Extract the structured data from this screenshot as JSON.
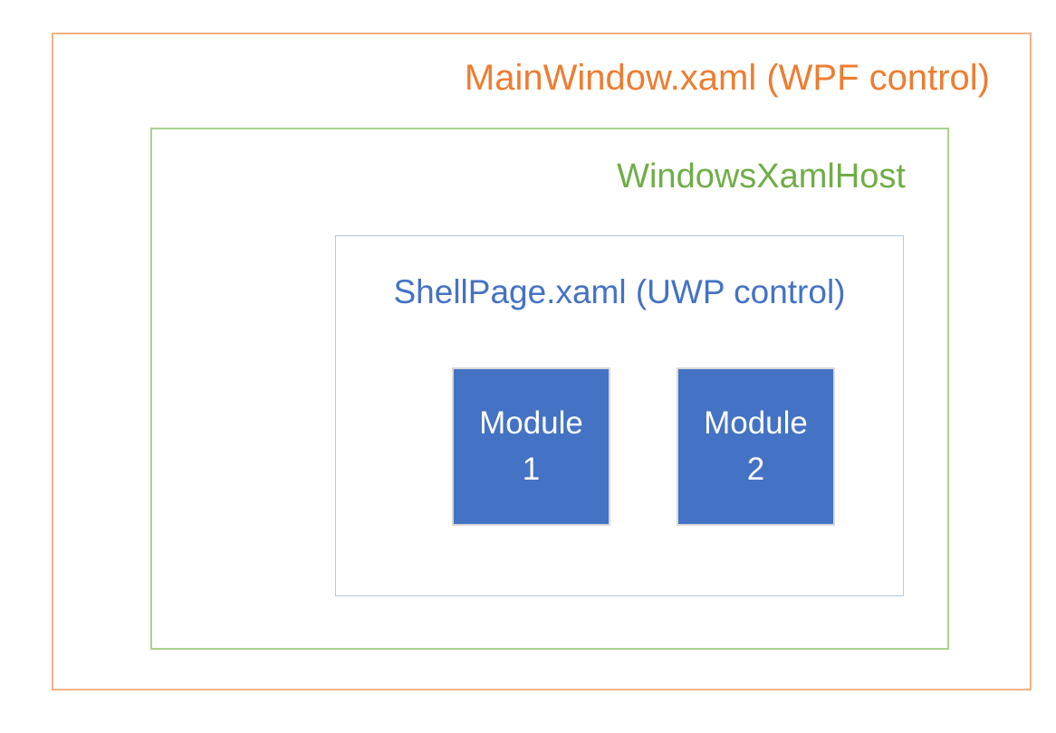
{
  "page": {
    "background_color": "#FFFFFF"
  },
  "diagram": {
    "main_window": {
      "label": "MainWindow.xaml (WPF control)",
      "text_color": "#ED7D31",
      "border_color": "#F4B183"
    },
    "xaml_host": {
      "label": "WindowsXamlHost",
      "text_color": "#70AD47",
      "border_color": "#A9D18E"
    },
    "shell_page": {
      "label": "ShellPage.xaml (UWP control)",
      "text_color": "#4472C4",
      "border_color": "#B4C7E7"
    },
    "modules": [
      {
        "line1": "Module",
        "line2": "1",
        "fill_color": "#4472C4",
        "text_color": "#FFFFFF",
        "border_color": "#D8D8D8"
      },
      {
        "line1": "Module",
        "line2": "2",
        "fill_color": "#4472C4",
        "text_color": "#FFFFFF",
        "border_color": "#D8D8D8"
      }
    ]
  }
}
